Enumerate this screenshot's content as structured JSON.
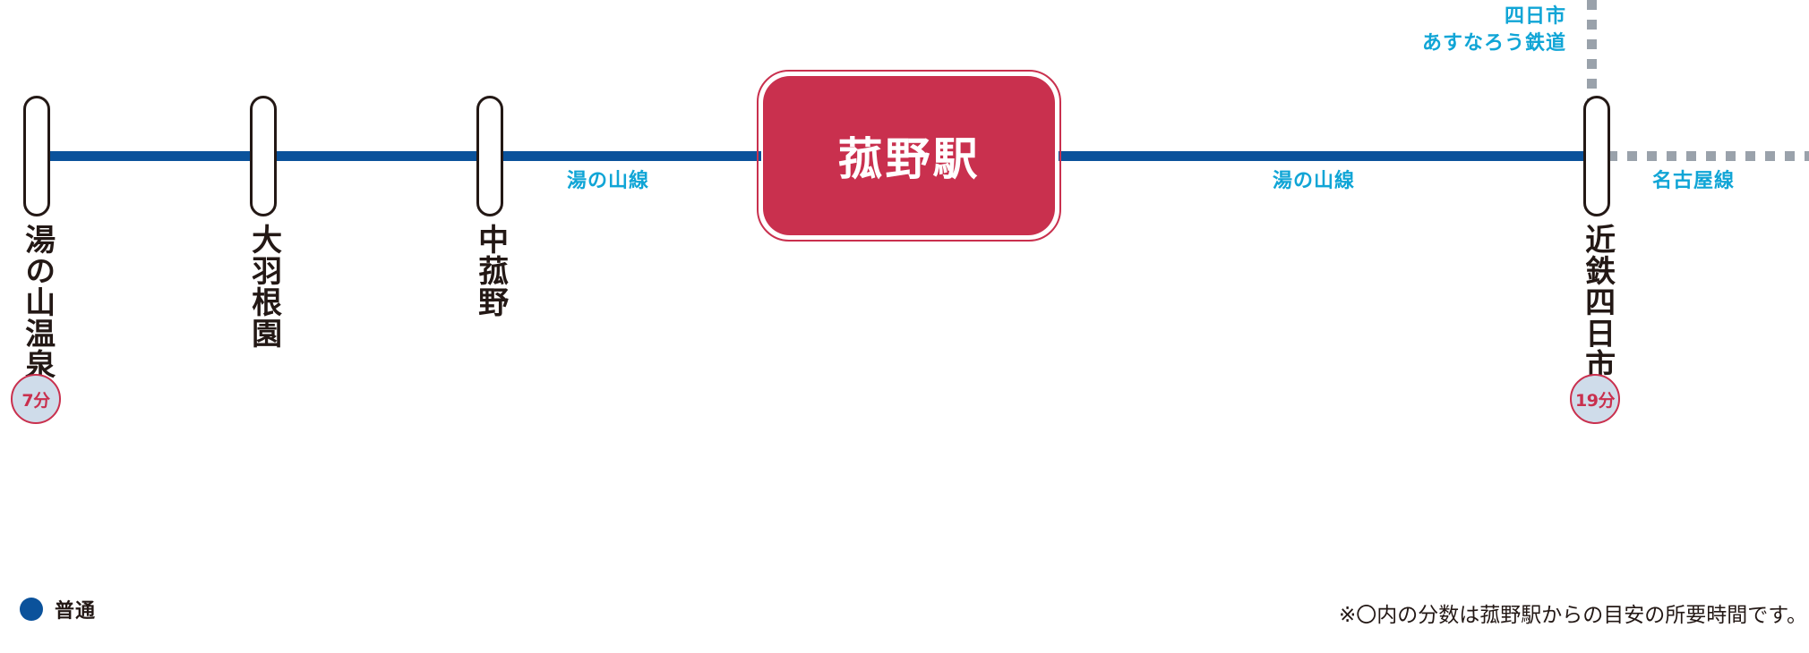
{
  "colors": {
    "local_line": "#0b529b",
    "other_line_dotted": "#9aa2ab",
    "line_label": "#10a5d6",
    "main_station": "#c9304e",
    "badge_fill": "#cfdcea",
    "text": "#231815"
  },
  "main_station": {
    "name": "菰野駅"
  },
  "stations": [
    {
      "name": "湯の山温泉",
      "time_badge": "7分"
    },
    {
      "name": "大羽根園",
      "time_badge": null
    },
    {
      "name": "中菰野",
      "time_badge": null
    },
    {
      "name": "近鉄四日市",
      "time_badge": "19分"
    }
  ],
  "line_labels": {
    "yunoyama_left": "湯の山線",
    "yunoyama_right": "湯の山線",
    "nagoya": "名古屋線",
    "asunarou_line1": "四日市",
    "asunarou_line2": "あすなろう鉄道"
  },
  "legend": {
    "items": [
      {
        "label": "普通",
        "color": "#0b529b"
      }
    ]
  },
  "footnote": "※〇内の分数は菰野駅からの目安の所要時間です。"
}
